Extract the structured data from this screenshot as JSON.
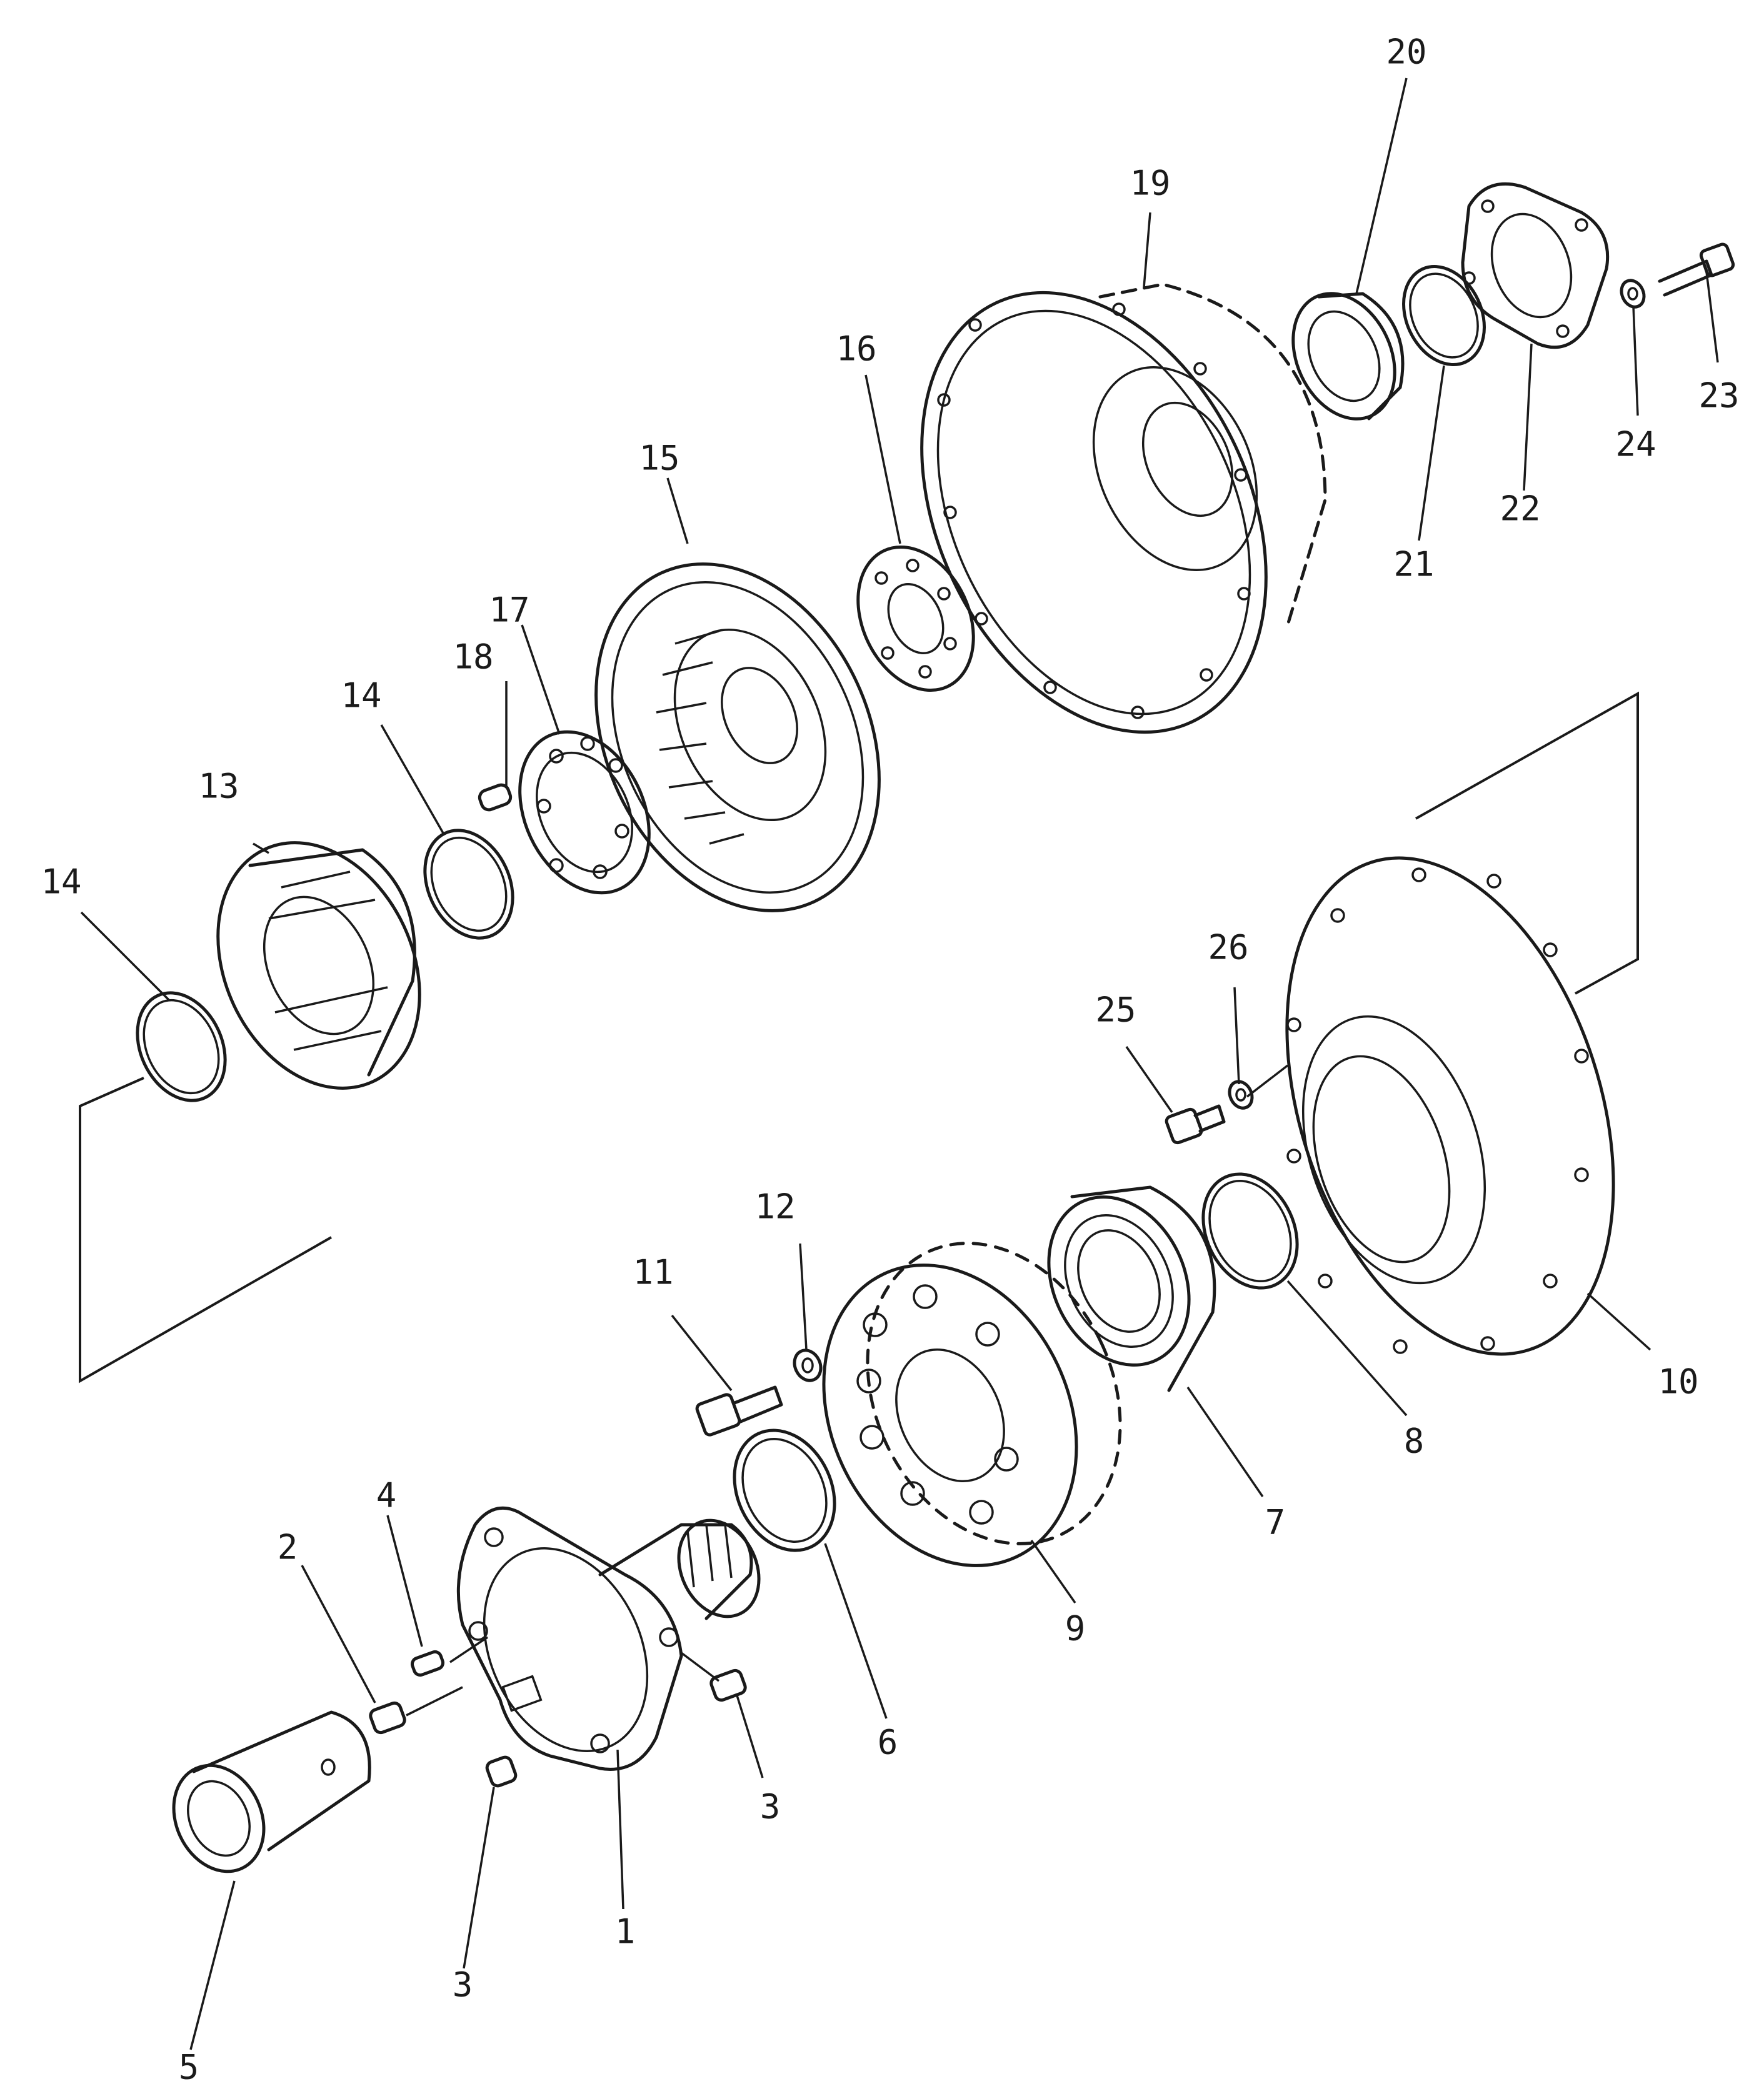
{
  "colors": {
    "line": "#1a1a1a",
    "background": "#ffffff"
  },
  "callouts": {
    "c1": "1",
    "c2": "2",
    "c3a": "3",
    "c3b": "3",
    "c4": "4",
    "c5": "5",
    "c6": "6",
    "c7": "7",
    "c8": "8",
    "c9": "9",
    "c10": "10",
    "c11": "11",
    "c12": "12",
    "c13": "13",
    "c14a": "14",
    "c14b": "14",
    "c15": "15",
    "c16": "16",
    "c17": "17",
    "c18": "18",
    "c19": "19",
    "c20": "20",
    "c21": "21",
    "c22": "22",
    "c23": "23",
    "c24": "24",
    "c25": "25",
    "c26": "26"
  }
}
